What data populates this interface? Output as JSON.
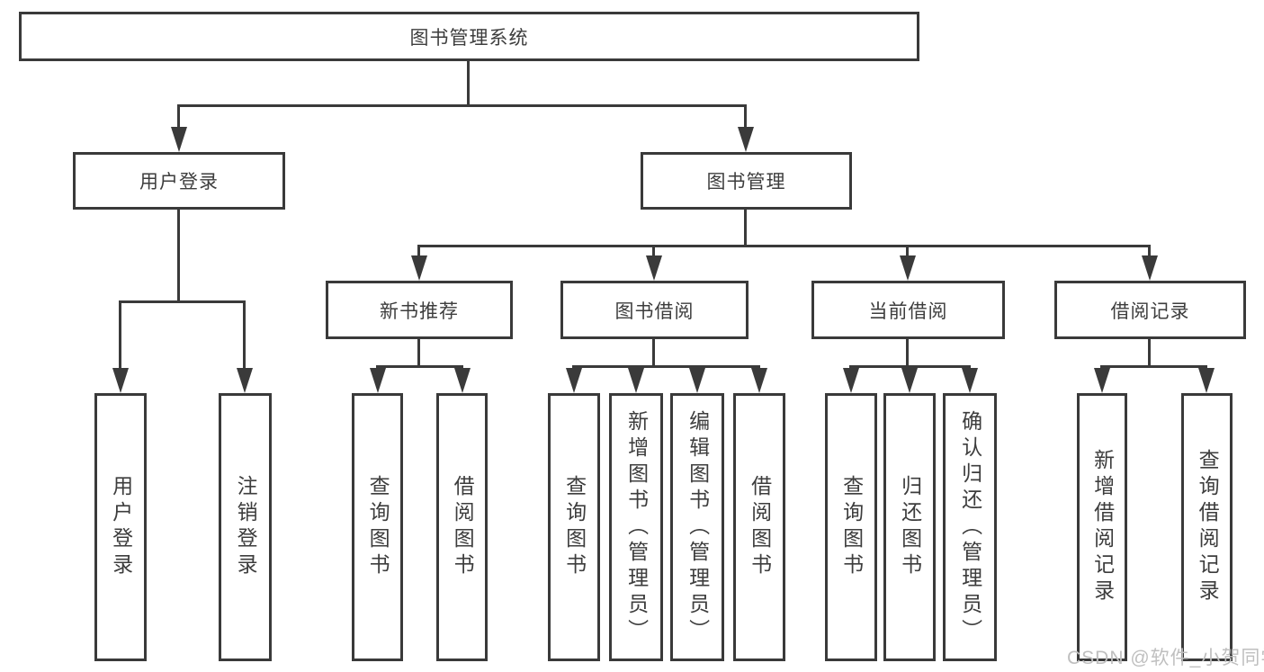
{
  "tree": {
    "root": "图书管理系统",
    "level2": [
      {
        "label": "用户登录",
        "children": [
          "用户登录",
          "注销登录"
        ]
      },
      {
        "label": "图书管理",
        "children": [
          {
            "label": "新书推荐",
            "children": [
              "查询图书",
              "借阅图书"
            ]
          },
          {
            "label": "图书借阅",
            "children": [
              "查询图书",
              "新增图书（管理员）",
              "编辑图书（管理员）",
              "借阅图书"
            ]
          },
          {
            "label": "当前借阅",
            "children": [
              "查询图书",
              "归还图书",
              "确认归还（管理员）"
            ]
          },
          {
            "label": "借阅记录",
            "children": [
              "新增借阅记录",
              "查询借阅记录"
            ]
          }
        ]
      }
    ]
  },
  "watermark": "CSDN @软件_小贺同学",
  "colors": {
    "line": "#3a3a3a",
    "text": "#3d3d3d",
    "box_bg": "#ffffff",
    "background": "#ffffff",
    "watermark": "#bfbfbf"
  }
}
